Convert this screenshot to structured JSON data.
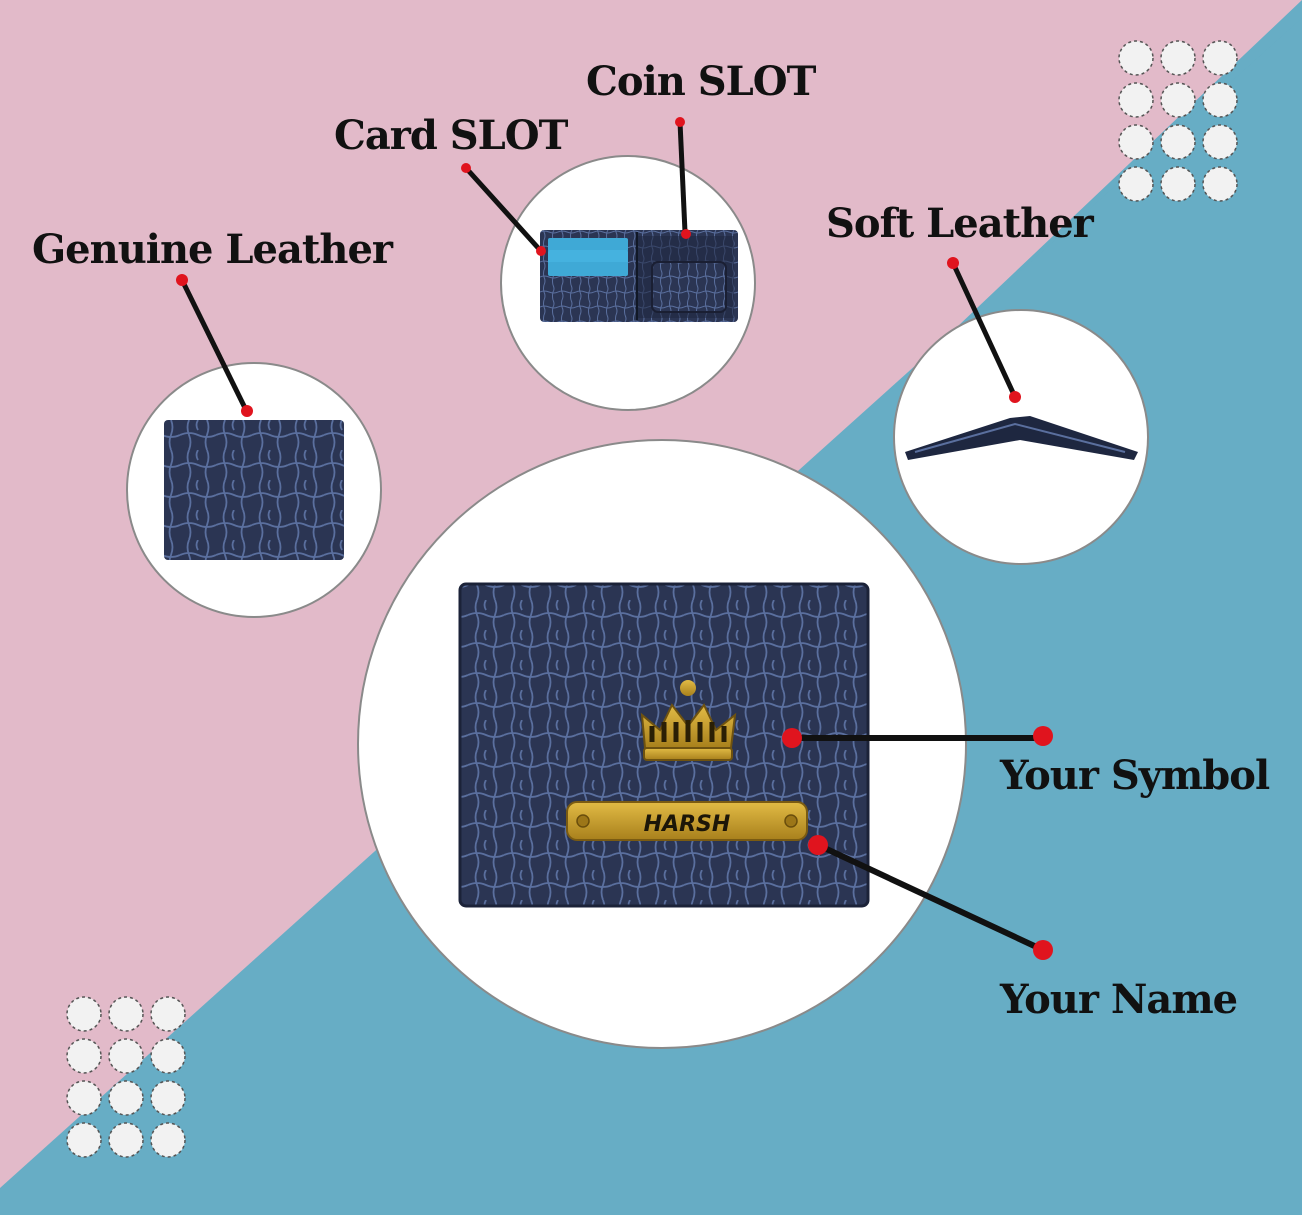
{
  "labels": {
    "coin_slot": "Coin SLOT",
    "card_slot": "Card SLOT",
    "genuine_leather": "Genuine Leather",
    "soft_leather": "Soft Leather",
    "your_symbol": "Your Symbol",
    "your_name": "Your Name"
  },
  "nameplate": {
    "text": "HARSH"
  },
  "colors": {
    "background_pink": "#e2bac9",
    "background_blue": "#67adc5",
    "leather_navy": "#2b3553",
    "leather_texture": "#5a6f9e",
    "nameplate_gold": "#c9a02a",
    "marker_red": "#e0141e",
    "card_blue": "#3fa9d6"
  }
}
